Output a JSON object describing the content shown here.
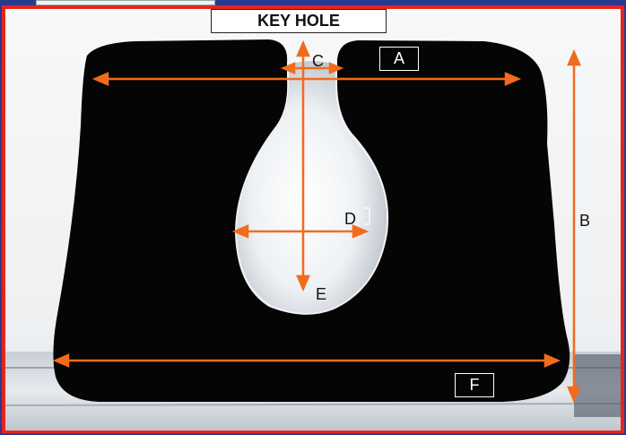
{
  "title": "KEY HOLE",
  "labels": {
    "a": "A",
    "b": "B",
    "c": "C",
    "d": "D",
    "e": "E",
    "f": "F"
  },
  "colors": {
    "frame_border": "#e8241c",
    "arrow": "#f26b1d",
    "cushion": "#050505",
    "background_wall": "#f4f5f6",
    "outer_frame": "#2a3a8f"
  }
}
